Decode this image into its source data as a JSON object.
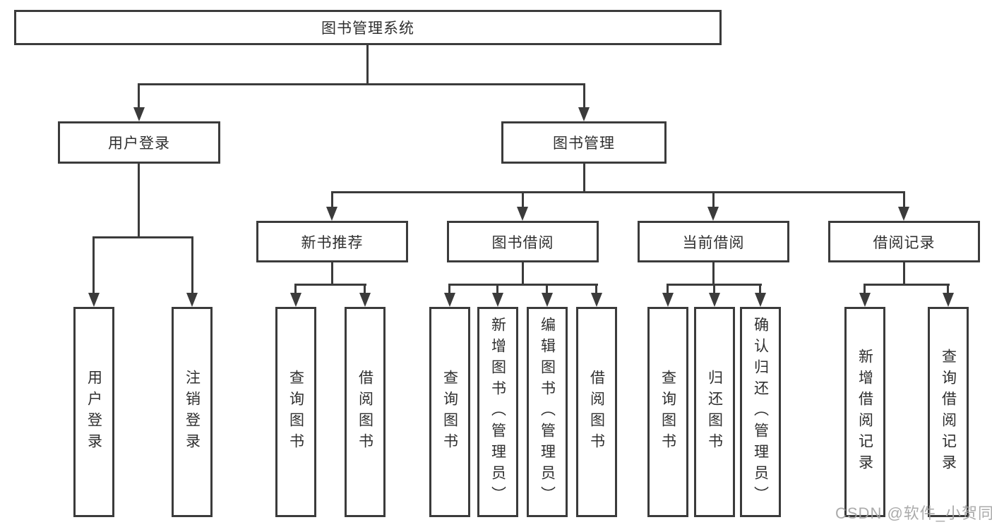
{
  "diagram": {
    "root": {
      "label": "图书管理系统"
    },
    "level2": [
      {
        "label": "用户登录"
      },
      {
        "label": "图书管理"
      }
    ],
    "level3": [
      {
        "label": "新书推荐"
      },
      {
        "label": "图书借阅"
      },
      {
        "label": "当前借阅"
      },
      {
        "label": "借阅记录"
      }
    ],
    "leaves": {
      "login": [
        {
          "label": "用户登录"
        },
        {
          "label": "注销登录"
        }
      ],
      "new_book": [
        {
          "label": "查询图书"
        },
        {
          "label": "借阅图书"
        }
      ],
      "book_borrow": [
        {
          "label": "查询图书"
        },
        {
          "label": "新增图书（管理员）"
        },
        {
          "label": "编辑图书（管理员）"
        },
        {
          "label": "借阅图书"
        }
      ],
      "current_borrow": [
        {
          "label": "查询图书"
        },
        {
          "label": "归还图书"
        },
        {
          "label": "确认归还（管理员）"
        }
      ],
      "borrow_records": [
        {
          "label": "新增借阅记录"
        },
        {
          "label": "查询借阅记录"
        }
      ]
    },
    "colors": {
      "line": "#3b3b3b",
      "text": "#2f2f2f",
      "background": "#ffffff",
      "watermark": "#a3a3a3"
    }
  },
  "watermark": {
    "text": "CSDN @软件_小贺同学"
  }
}
